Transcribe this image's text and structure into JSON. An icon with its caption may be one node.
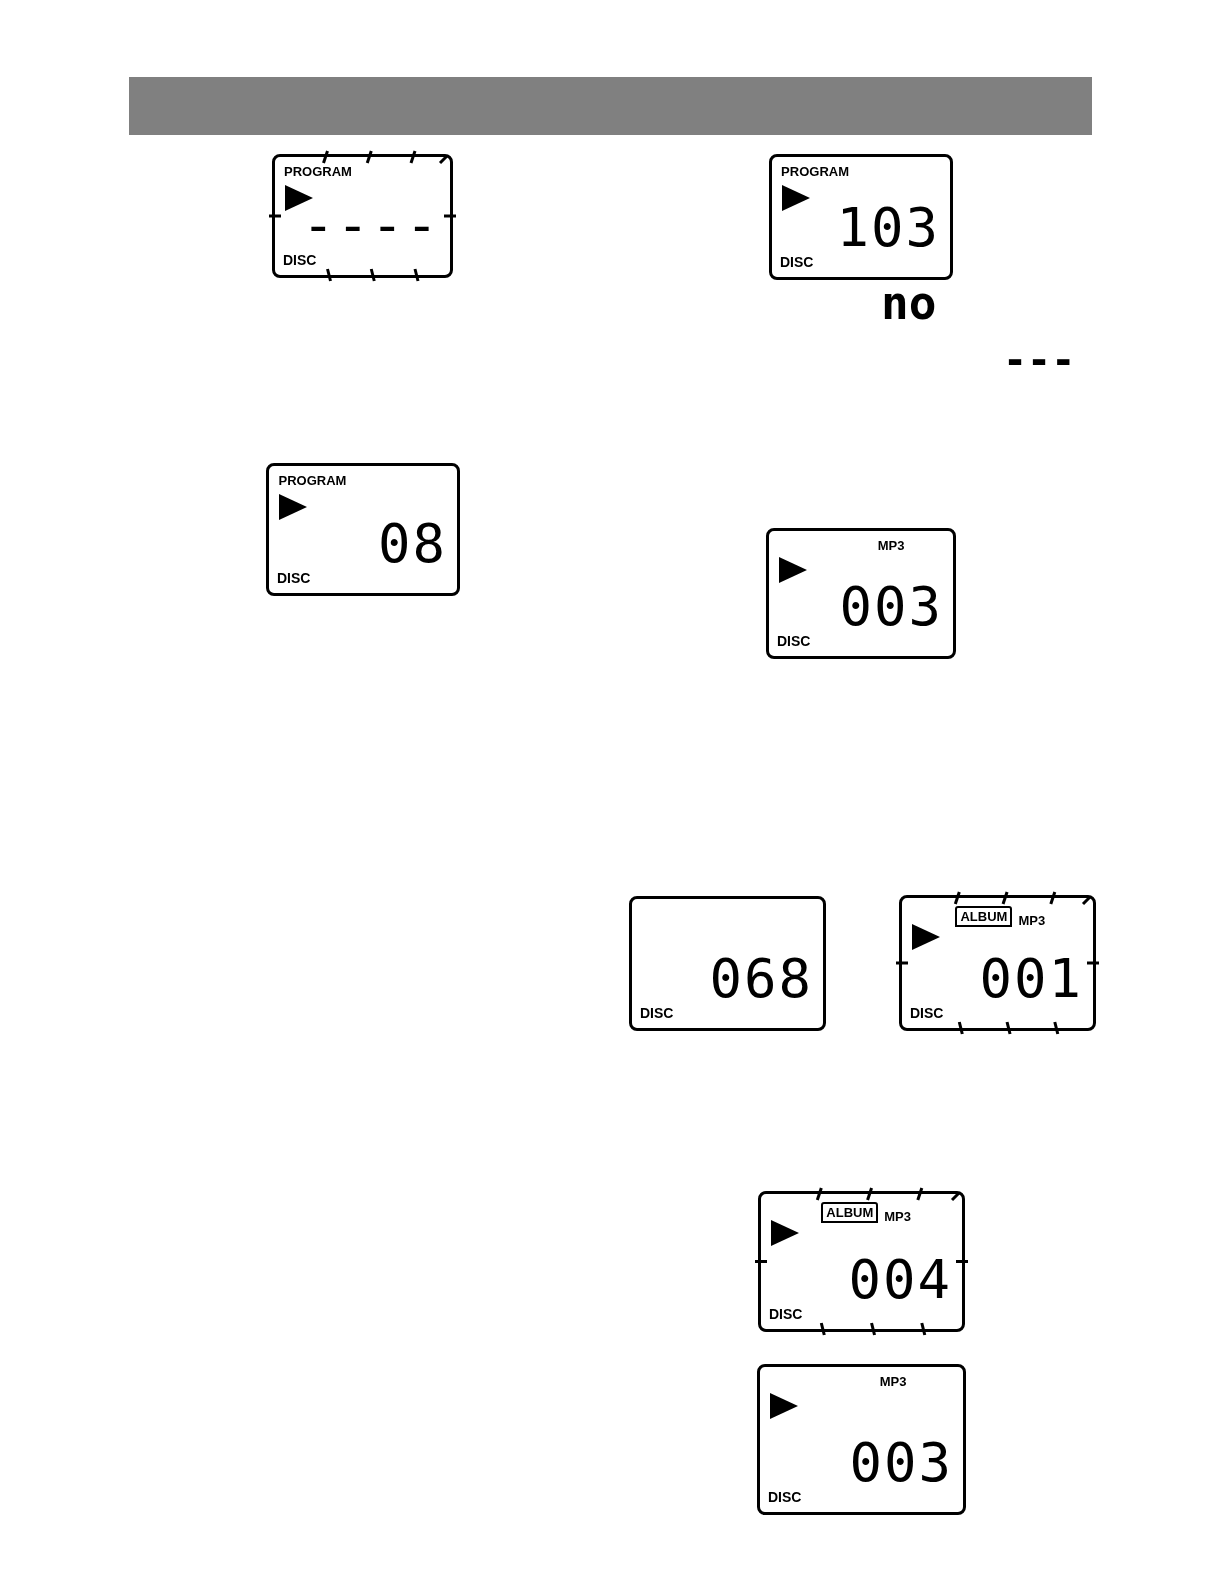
{
  "diagram": {
    "nodes": [
      {
        "text": [
          "PROGRAM",
          "----",
          "DISC"
        ]
      },
      {
        "text": [
          "PROGRAM",
          "103",
          "DISC"
        ]
      },
      {
        "text": [
          "PROGRAM",
          "08",
          "DISC"
        ]
      },
      {
        "text": [
          "MP3",
          "003",
          "DISC"
        ]
      },
      {
        "text": [
          "068",
          "DISC"
        ]
      },
      {
        "text": [
          "ALBUM",
          "MP3",
          "001",
          "DISC"
        ]
      },
      {
        "text": [
          "ALBUM",
          "MP3",
          "004",
          "DISC"
        ]
      },
      {
        "text": [
          "MP3",
          "003",
          "DISC"
        ]
      }
    ],
    "labels": [
      "no",
      "---"
    ]
  }
}
